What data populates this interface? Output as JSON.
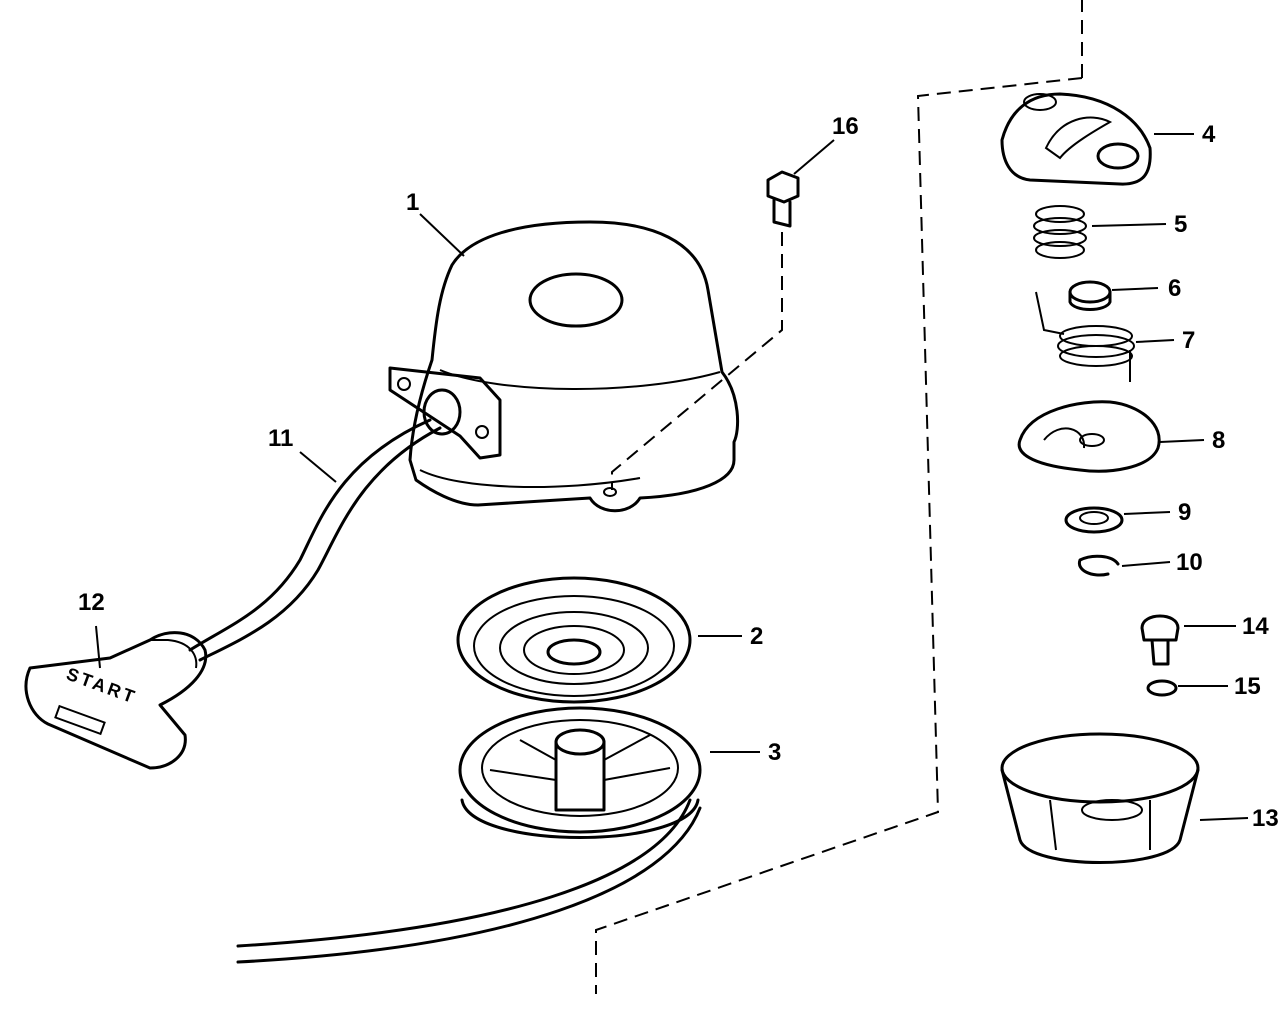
{
  "callouts": {
    "c1": "1",
    "c2": "2",
    "c3": "3",
    "c4": "4",
    "c5": "5",
    "c6": "6",
    "c7": "7",
    "c8": "8",
    "c9": "9",
    "c10": "10",
    "c11": "11",
    "c12": "12",
    "c13": "13",
    "c14": "14",
    "c15": "15",
    "c16": "16"
  },
  "handle": {
    "label": "START"
  }
}
